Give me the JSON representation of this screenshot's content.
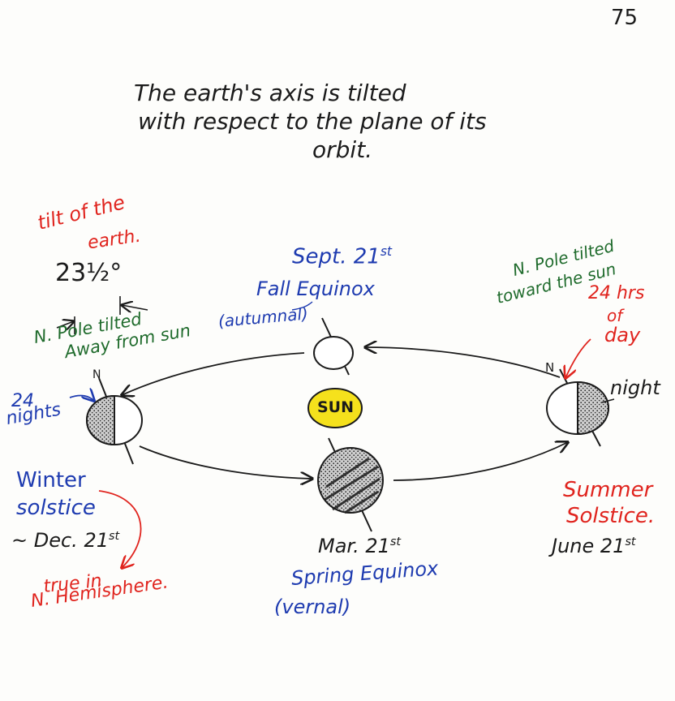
{
  "page_number": "75",
  "title": {
    "line1": "The earth's axis is tilted",
    "line2": "with respect to the plane of its",
    "line3": "orbit."
  },
  "tilt": {
    "label_line1": "tilt of the",
    "label_line2": "earth.",
    "value": "23½°"
  },
  "winter": {
    "pole_note_line1": "N. Pole tilted",
    "pole_note_line2": "Away from sun",
    "nights_line1": "24",
    "nights_line2": "nights",
    "name_line1": "Winter",
    "name_line2": "solstice",
    "date": "~ Dec. 21",
    "date_suffix": "st",
    "pole_letter": "N"
  },
  "hemisphere_note": {
    "line1": "true in",
    "line2": "N. Hemisphere."
  },
  "fall": {
    "date": "Sept. 21",
    "date_suffix": "st",
    "name": "Fall Equinox",
    "alt_name": "(autumnal)"
  },
  "sun_label": "SUN",
  "spring": {
    "date": "Mar. 21",
    "date_suffix": "st",
    "name": "Spring Equinox",
    "alt_name": "(vernal)"
  },
  "summer": {
    "pole_note_line1": "N. Pole tilted",
    "pole_note_line2": "toward the sun",
    "day_line1": "24 hrs",
    "day_line2": "of",
    "day_line3": "day",
    "night_label": "night",
    "pole_letter": "N",
    "name_line1": "Summer",
    "name_line2": "Solstice.",
    "date": "June 21",
    "date_suffix": "st"
  },
  "colors": {
    "ink_black": "#1b1b1b",
    "ink_blue": "#1e3bb0",
    "ink_red": "#e0241e",
    "ink_green": "#1f6b2c",
    "sun_fill": "#f5e11c"
  }
}
